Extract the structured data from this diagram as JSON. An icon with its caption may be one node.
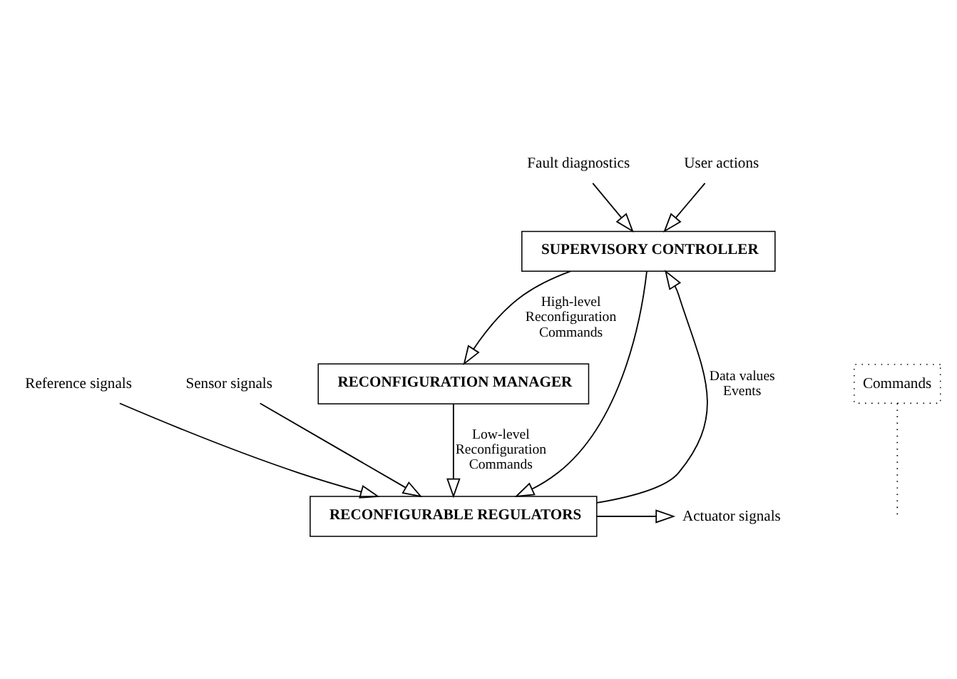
{
  "diagram": {
    "nodes": [
      {
        "text": [
          "SUPERVISORY CONTROLLER"
        ]
      },
      {
        "text": [
          "RECONFIGURATION MANAGER"
        ]
      },
      {
        "text": [
          "RECONFIGURABLE REGULATORS"
        ]
      },
      {
        "text": [
          "Fault diagnostics"
        ]
      },
      {
        "text": [
          "User actions"
        ]
      },
      {
        "text": [
          "Reference signals"
        ]
      },
      {
        "text": [
          "Sensor signals"
        ]
      },
      {
        "text": [
          "Actuator signals"
        ]
      },
      {
        "text": [
          "Commands"
        ]
      }
    ],
    "edges": [
      {
        "from": 3,
        "to": 0,
        "arrow": "to"
      },
      {
        "from": 4,
        "to": 0,
        "arrow": "to"
      },
      {
        "from": 2,
        "to": 0,
        "arrow": "to",
        "label": "Data values Events"
      },
      {
        "from": 0,
        "to": 2,
        "arrow": "to"
      },
      {
        "from": 0,
        "to": 1,
        "arrow": "to",
        "label": "High-level Reconfiguration Commands"
      },
      {
        "from": 1,
        "to": 2,
        "arrow": "to",
        "label": "Low-level Reconfiguration Commands"
      },
      {
        "from": 5,
        "to": 2,
        "arrow": "to"
      },
      {
        "from": 6,
        "to": 2,
        "arrow": "to"
      },
      {
        "from": 2,
        "to": 7,
        "arrow": "to"
      },
      {
        "from": 8,
        "to": null,
        "arrow": "none",
        "style": "dashed"
      }
    ]
  }
}
